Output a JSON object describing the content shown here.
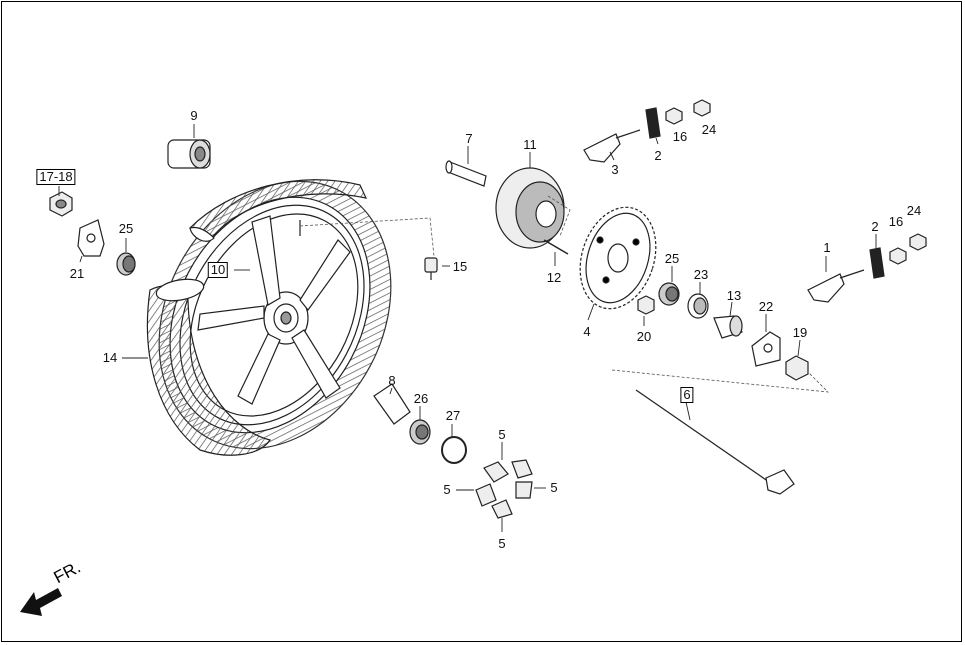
{
  "diagram": {
    "direction_label": "FR.",
    "callouts": [
      {
        "id": "c9",
        "text": "9",
        "boxed": false
      },
      {
        "id": "c17",
        "text": "17-18",
        "boxed": true
      },
      {
        "id": "c25a",
        "text": "25",
        "boxed": false
      },
      {
        "id": "c21",
        "text": "21",
        "boxed": false
      },
      {
        "id": "c10",
        "text": "10",
        "boxed": true
      },
      {
        "id": "c14",
        "text": "14",
        "boxed": false
      },
      {
        "id": "c7",
        "text": "7",
        "boxed": false
      },
      {
        "id": "c11",
        "text": "11",
        "boxed": false
      },
      {
        "id": "c3",
        "text": "3",
        "boxed": false
      },
      {
        "id": "c2a",
        "text": "2",
        "boxed": false
      },
      {
        "id": "c16a",
        "text": "16",
        "boxed": false
      },
      {
        "id": "c24a",
        "text": "24",
        "boxed": false
      },
      {
        "id": "c15",
        "text": "15",
        "boxed": false
      },
      {
        "id": "c12",
        "text": "12",
        "boxed": false
      },
      {
        "id": "c4",
        "text": "4",
        "boxed": false
      },
      {
        "id": "c25b",
        "text": "25",
        "boxed": false
      },
      {
        "id": "c20",
        "text": "20",
        "boxed": false
      },
      {
        "id": "c23",
        "text": "23",
        "boxed": false
      },
      {
        "id": "c13",
        "text": "13",
        "boxed": false
      },
      {
        "id": "c22",
        "text": "22",
        "boxed": false
      },
      {
        "id": "c1",
        "text": "1",
        "boxed": false
      },
      {
        "id": "c2b",
        "text": "2",
        "boxed": false
      },
      {
        "id": "c16b",
        "text": "16",
        "boxed": false
      },
      {
        "id": "c24b",
        "text": "24",
        "boxed": false
      },
      {
        "id": "c19",
        "text": "19",
        "boxed": false
      },
      {
        "id": "c6",
        "text": "6",
        "boxed": true
      },
      {
        "id": "c8",
        "text": "8",
        "boxed": false
      },
      {
        "id": "c26",
        "text": "26",
        "boxed": false
      },
      {
        "id": "c27",
        "text": "27",
        "boxed": false
      },
      {
        "id": "c5a",
        "text": "5",
        "boxed": false
      },
      {
        "id": "c5b",
        "text": "5",
        "boxed": false
      },
      {
        "id": "c5c",
        "text": "5",
        "boxed": false
      },
      {
        "id": "c5d",
        "text": "5",
        "boxed": false
      }
    ]
  }
}
